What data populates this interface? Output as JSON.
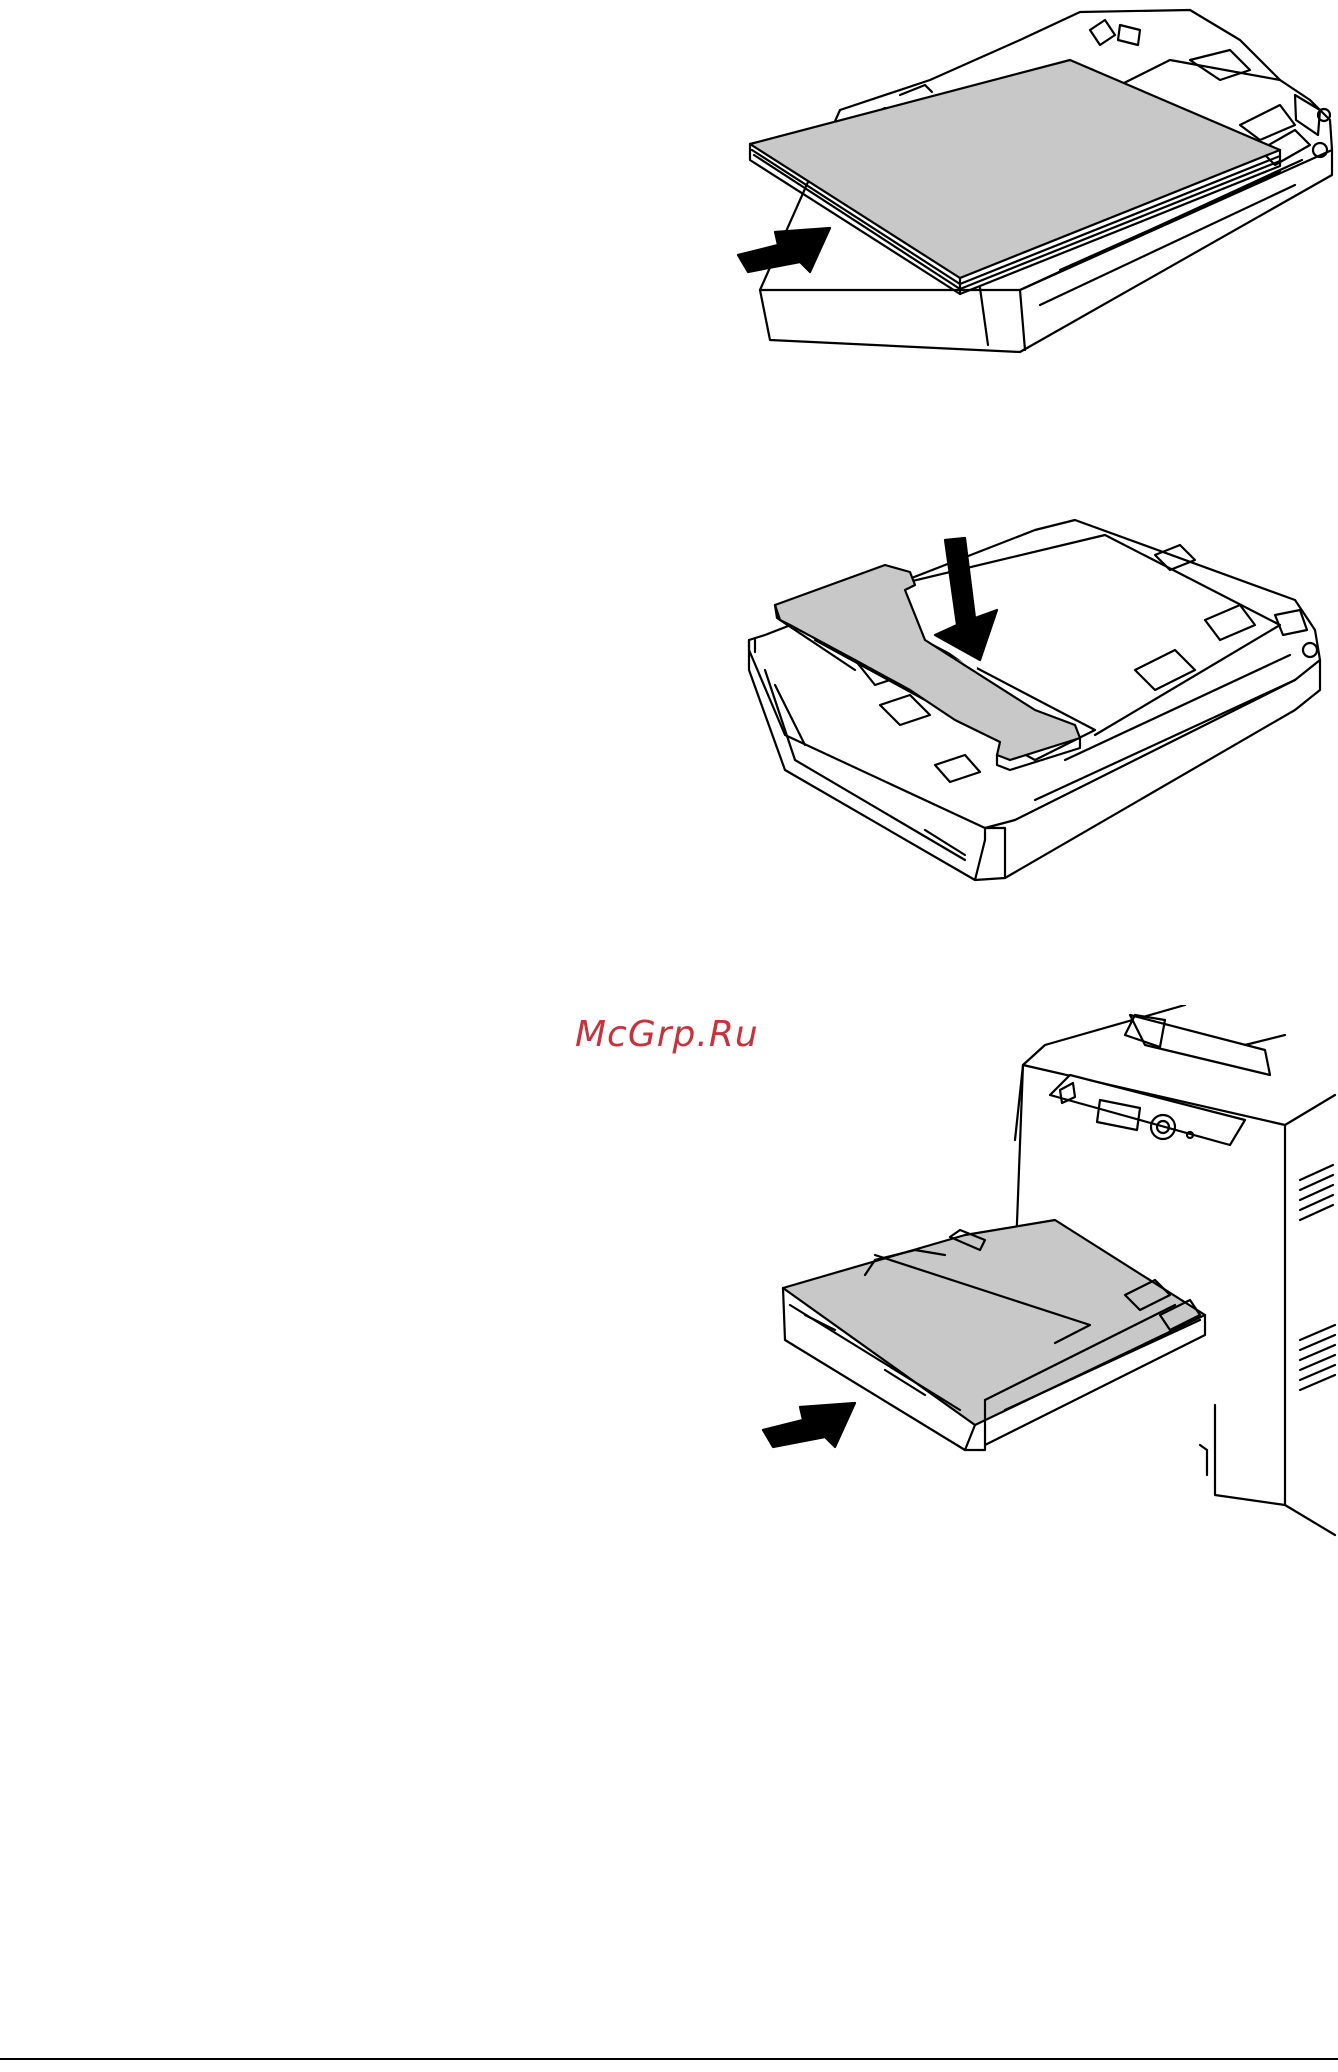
{
  "watermark": {
    "text": "McGrp.Ru"
  },
  "figures": [
    {
      "name": "paper-stack-insert",
      "arrow": "push-right",
      "paper_fill": "#c8c8c8"
    },
    {
      "name": "tray-cover-attach",
      "arrow": "push-down",
      "cover_fill": "#c8c8c8"
    },
    {
      "name": "tray-into-printer",
      "arrow": "push-right",
      "tray_fill": "#c8c8c8"
    }
  ],
  "colors": {
    "line": "#000000",
    "fill_gray": "#c8c8c8",
    "watermark": "#c8323c",
    "background": "#ffffff"
  }
}
